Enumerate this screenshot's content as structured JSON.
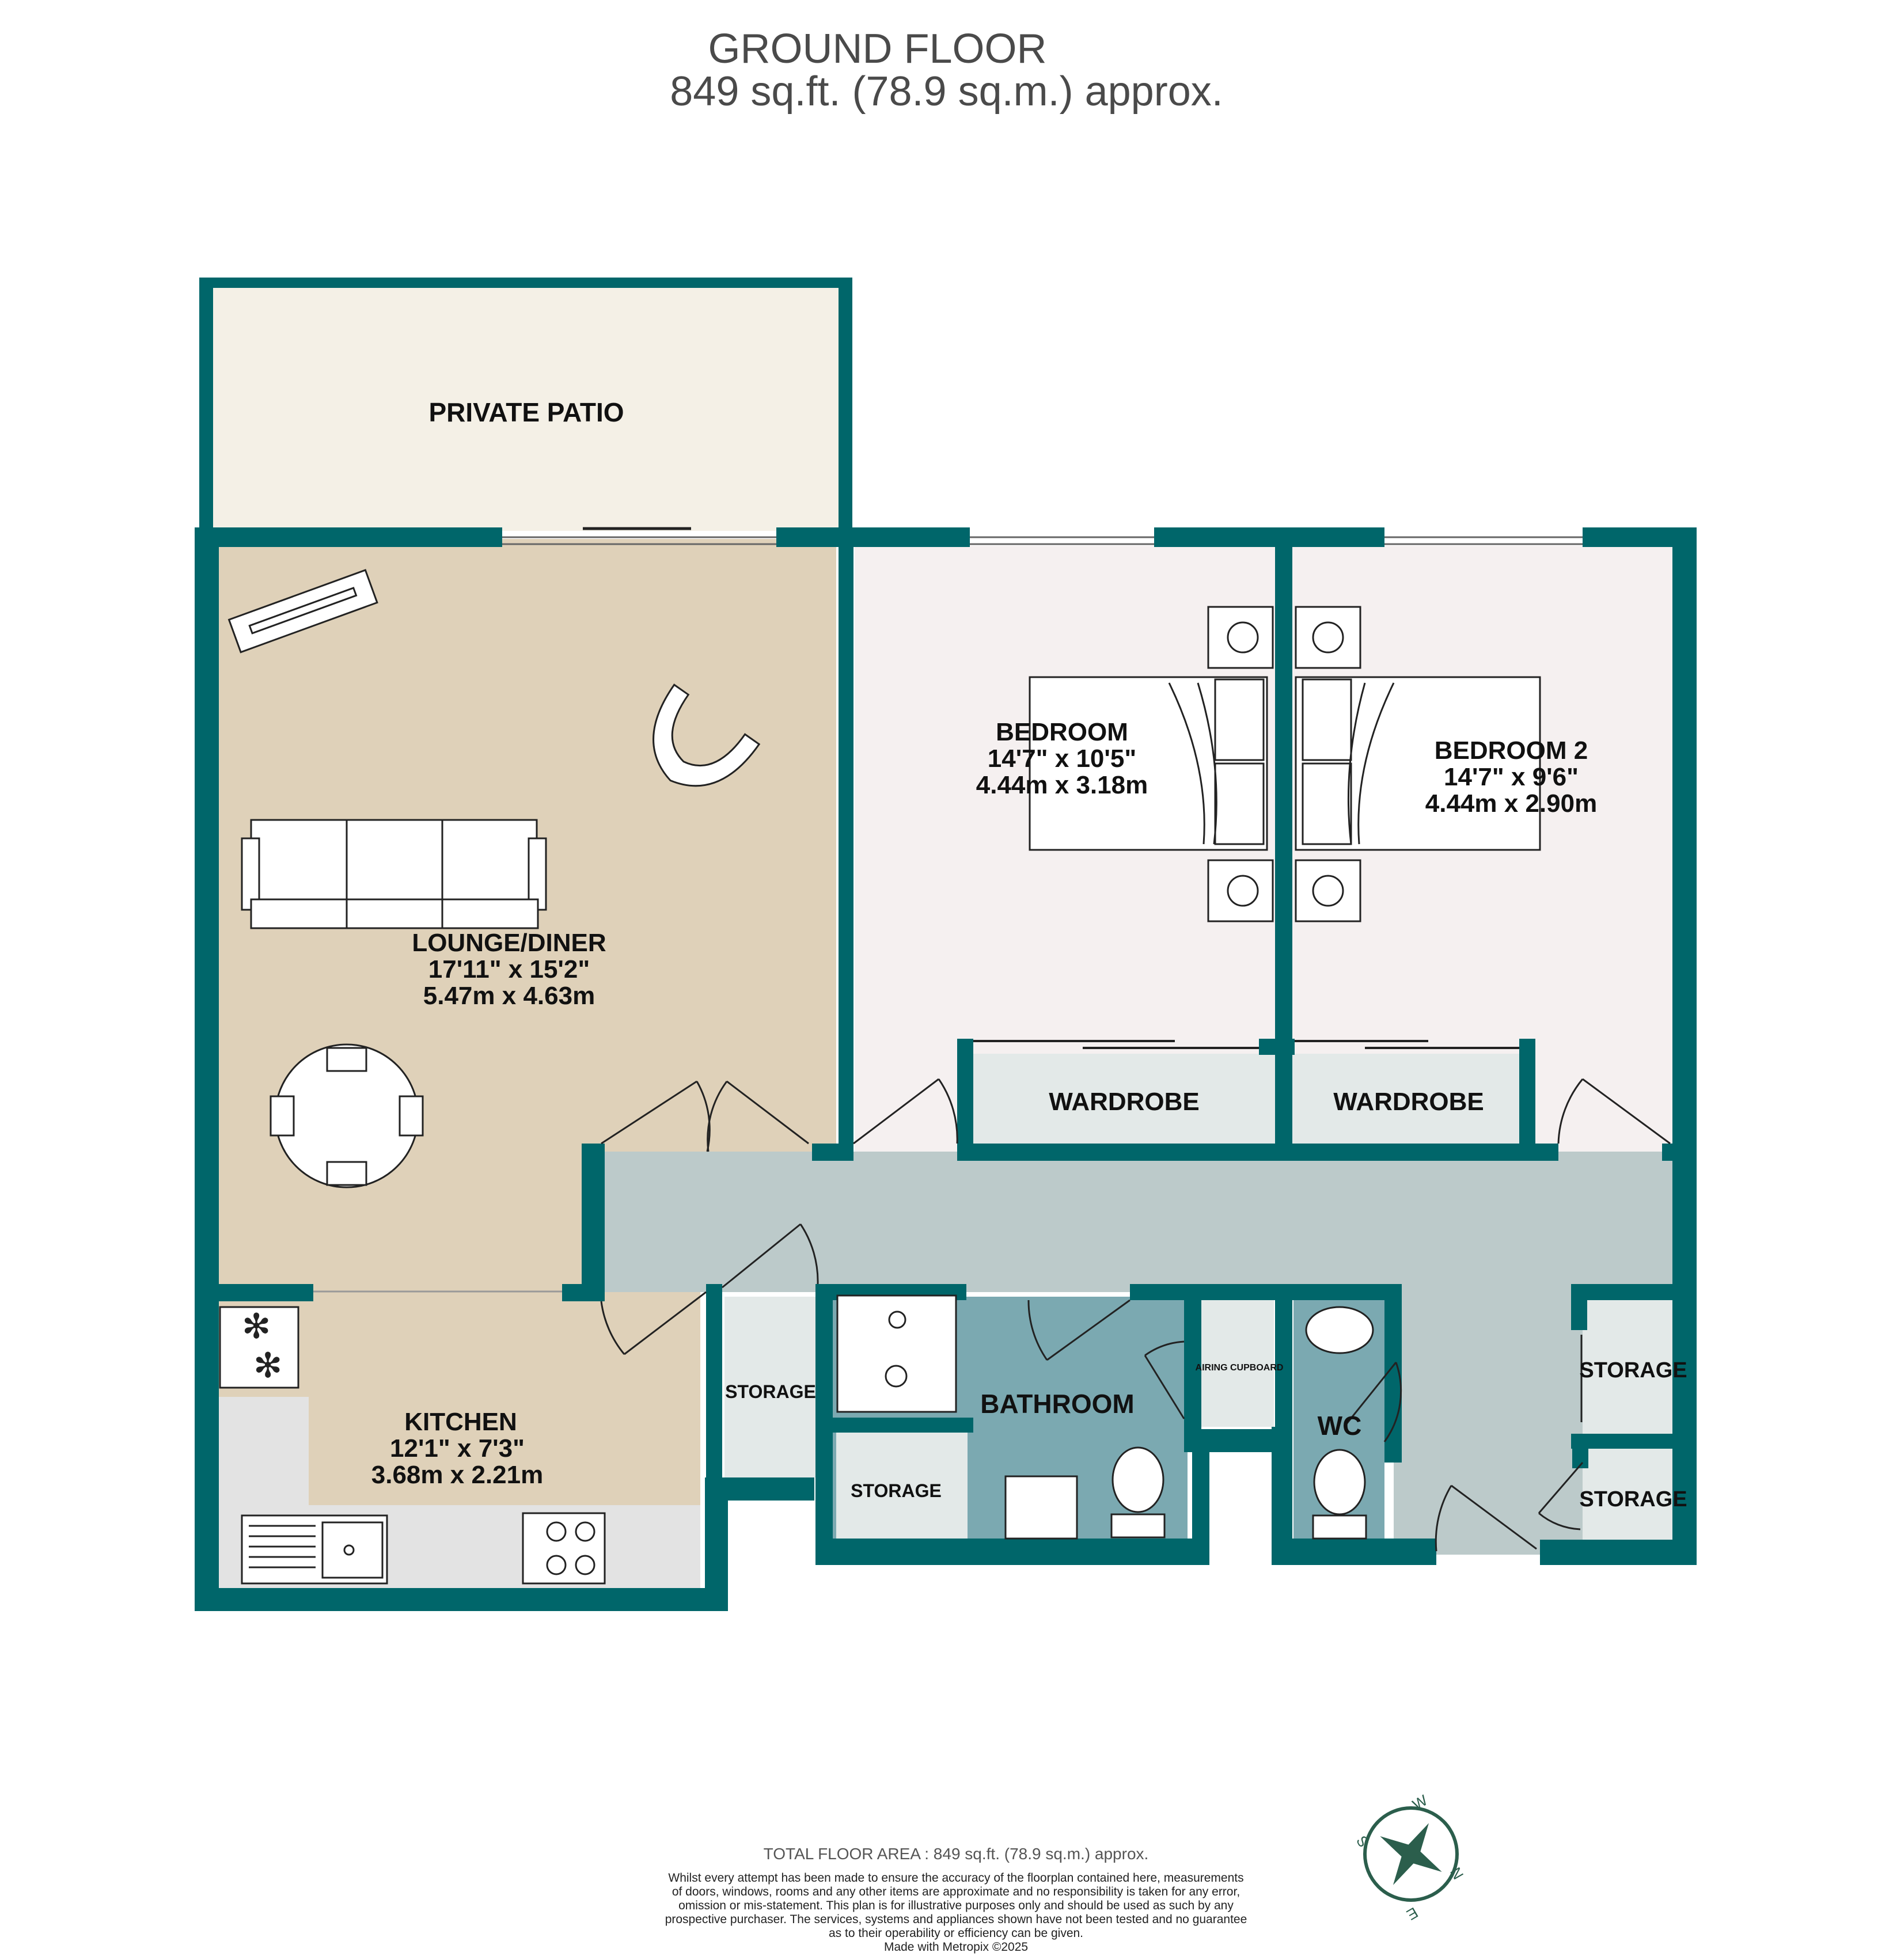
{
  "header": {
    "floor_title": "GROUND FLOOR",
    "area": "849 sq.ft. (78.9 sq.m.) approx."
  },
  "colors": {
    "wall": "#00666a",
    "lounge_floor": "#dfd1b9",
    "kitchen_floor": "#dfd1b9",
    "patio_floor": "#f4f0e6",
    "bedroom_floor": "#f5f0f0",
    "hall_floor": "#bccaca",
    "bath_floor": "#7ba9b1",
    "storage_floor": "#e3e9e8",
    "wardrobe_floor": "#e3e9e8",
    "compass": "#2b5e4c"
  },
  "rooms": {
    "patio": {
      "name": "PRIVATE PATIO"
    },
    "lounge": {
      "name": "LOUNGE/DINER",
      "dim_imperial": "17'11\"  x 15'2\"",
      "dim_metric": "5.47m  x 4.63m"
    },
    "bedroom1": {
      "name": "BEDROOM",
      "dim_imperial": "14'7\"  x 10'5\"",
      "dim_metric": "4.44m  x 3.18m"
    },
    "bedroom2": {
      "name": "BEDROOM 2",
      "dim_imperial": "14'7\"  x 9'6\"",
      "dim_metric": "4.44m  x 2.90m"
    },
    "wardrobe1": {
      "name": "WARDROBE"
    },
    "wardrobe2": {
      "name": "WARDROBE"
    },
    "kitchen": {
      "name": "KITCHEN",
      "dim_imperial": "12'1\"  x 7'3\"",
      "dim_metric": "3.68m  x 2.21m"
    },
    "storage_hall": {
      "name": "STORAGE"
    },
    "storage_bath": {
      "name": "STORAGE"
    },
    "bathroom": {
      "name": "BATHROOM"
    },
    "airing": {
      "name": "AIRING CUPBOARD"
    },
    "wc": {
      "name": "WC"
    },
    "storage_right_upper": {
      "name": "STORAGE"
    },
    "storage_right_lower": {
      "name": "STORAGE"
    }
  },
  "footer": {
    "total_area": "TOTAL FLOOR AREA : 849 sq.ft. (78.9 sq.m.) approx.",
    "disclaimer_lines": [
      "Whilst every attempt has been made to ensure the accuracy of the floorplan contained here, measurements",
      "of doors, windows, rooms and any other items are approximate and no responsibility is taken for any error,",
      "omission or mis-statement. This plan is for illustrative purposes only and should be used as such by any",
      "prospective purchaser. The services, systems and appliances shown have not been tested and no guarantee",
      "as to their operability or efficiency can be given."
    ],
    "credit": "Made with Metropix ©2025"
  },
  "compass": {
    "letters": [
      "N",
      "E",
      "S",
      "W"
    ]
  }
}
